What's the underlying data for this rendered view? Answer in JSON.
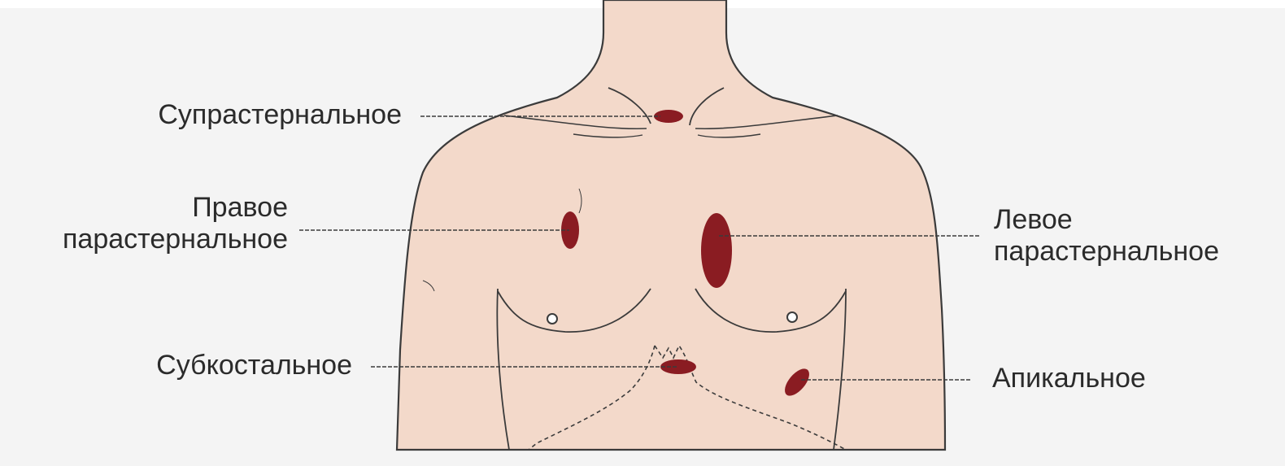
{
  "diagram": {
    "colors": {
      "background": "#f4f4f4",
      "skin": "#f3d9ca",
      "outline": "#3b3b3b",
      "window_marker": "#8a1c22",
      "leader_line": "#3b3b3b"
    },
    "windows": {
      "suprasternal": {
        "label": "Супрастернальное"
      },
      "right_parasternal": {
        "label_line1": "Правое",
        "label_line2": "парастернальное"
      },
      "left_parasternal": {
        "label_line1": "Левое",
        "label_line2": "парастернальное"
      },
      "subcostal": {
        "label": "Субкостальное"
      },
      "apical": {
        "label": "Апикальное"
      }
    }
  }
}
